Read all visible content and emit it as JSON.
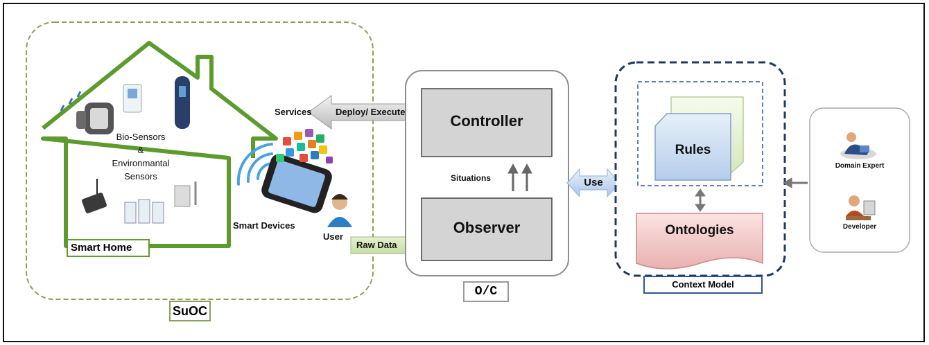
{
  "suoc": {
    "label": "SuOC",
    "smart_home_label": "Smart Home",
    "sensors_text": [
      "Bio-Sensors",
      "&",
      "Environmantal",
      "Sensors"
    ],
    "services_label": "Services",
    "smart_devices_label": "Smart Devices",
    "user_label": "User"
  },
  "arrows": {
    "deploy_label": "Deploy/ Execute",
    "raw_data_label": "Raw Data",
    "situations_label": "Situations",
    "use_label": "Use"
  },
  "oc": {
    "label": "O/C",
    "controller_label": "Controller",
    "observer_label": "Observer"
  },
  "context_model": {
    "label": "Context Model",
    "rules_label": "Rules",
    "ontologies_label": "Ontologies"
  },
  "actors": {
    "domain_expert_label": "Domain Expert",
    "developer_label": "Developer"
  },
  "colors": {
    "house_green": "#5d9b2e",
    "dashed_green": "#8aa05a",
    "navy_dash": "#1f3864",
    "gray_box": "#d4d4d4",
    "rules_blue": "#bcd3ee",
    "ontologies_pink": "#f2c6c6"
  }
}
